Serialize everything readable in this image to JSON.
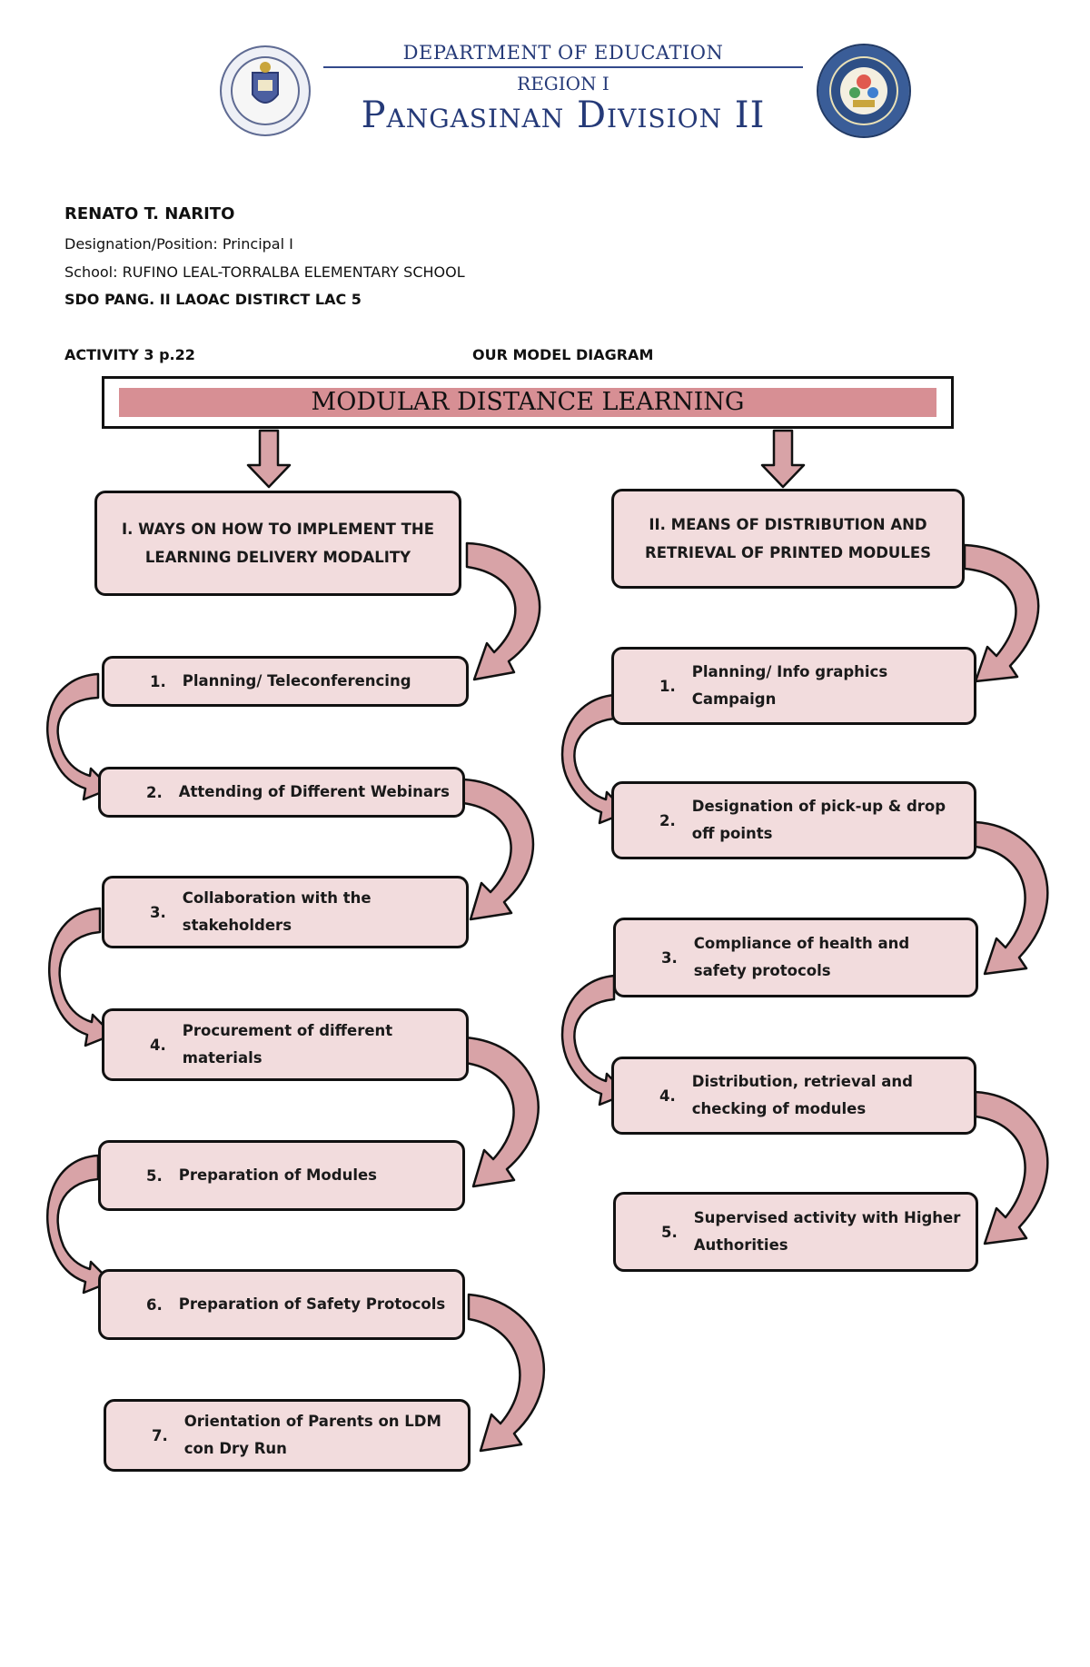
{
  "header": {
    "department": "DEPARTMENT OF EDUCATION",
    "region": "REGION I",
    "division": "Pangasinan Division II",
    "left_seal_icon": "deped-seal-icon",
    "right_seal_icon": "pangasinan-division-ii-seal-icon"
  },
  "info": {
    "name": "RENATO T. NARITO",
    "designation": "Designation/Position: Principal I",
    "school": "School: RUFINO LEAL-TORRALBA ELEMENTARY SCHOOL",
    "sdo": "SDO PANG. II  LAOAC DISTIRCT   LAC 5",
    "activity": "ACTIVITY 3 p.22",
    "model_label": "OUR MODEL DIAGRAM"
  },
  "diagram": {
    "title": "MODULAR DISTANCE LEARNING",
    "colors": {
      "box_fill": "#f2dcdd",
      "banner_fill": "#d78f94",
      "arrow_fill": "#d8a3a7",
      "outline": "#111111"
    },
    "left": {
      "heading": "I. WAYS ON HOW TO IMPLEMENT THE LEARNING DELIVERY MODALITY",
      "steps": [
        {
          "num": "1.",
          "text": "Planning/ Teleconferencing"
        },
        {
          "num": "2.",
          "text": "Attending of Different Webinars"
        },
        {
          "num": "3.",
          "text": "Collaboration with the stakeholders"
        },
        {
          "num": "4.",
          "text": "Procurement of different materials"
        },
        {
          "num": "5.",
          "text": "Preparation of Modules"
        },
        {
          "num": "6.",
          "text": "Preparation of Safety Protocols"
        },
        {
          "num": "7.",
          "text": "Orientation of Parents on LDM con Dry Run"
        }
      ]
    },
    "right": {
      "heading": "II. MEANS OF DISTRIBUTION AND RETRIEVAL OF PRINTED MODULES",
      "steps": [
        {
          "num": "1.",
          "text": "Planning/ Info graphics Campaign"
        },
        {
          "num": "2.",
          "text": "Designation of pick-up & drop off points"
        },
        {
          "num": "3.",
          "text": "Compliance of health and safety protocols"
        },
        {
          "num": "4.",
          "text": "Distribution, retrieval and checking of modules"
        },
        {
          "num": "5.",
          "text": "Supervised activity with Higher Authorities"
        }
      ]
    }
  }
}
